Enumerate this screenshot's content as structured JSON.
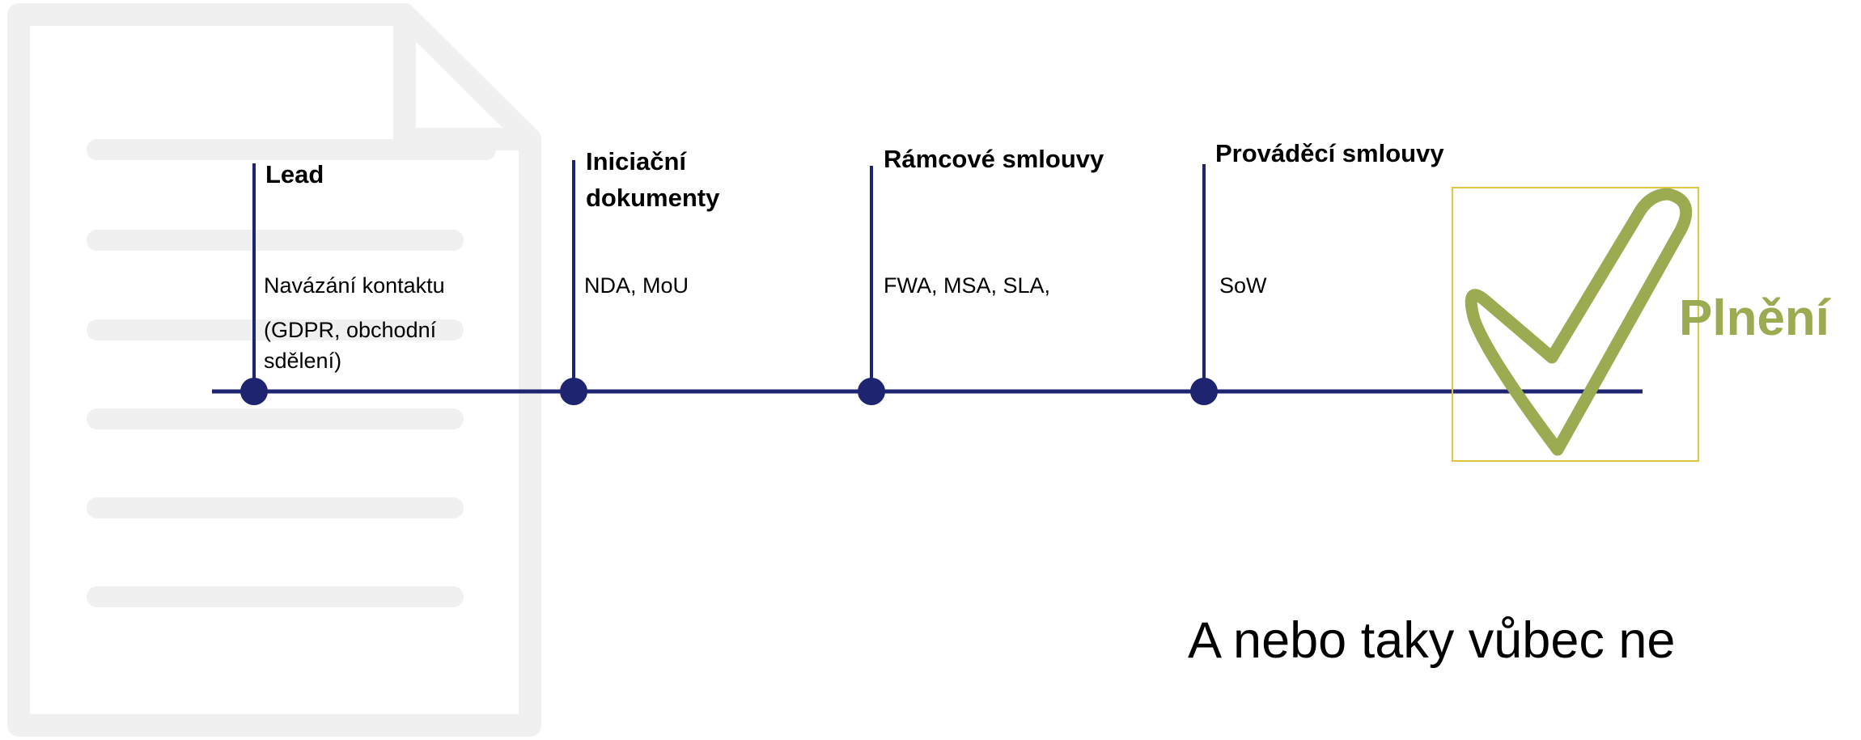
{
  "colors": {
    "timeline": "#1e2470",
    "milestone": "#1e2470",
    "goal": "#9aab52",
    "goal_frame": "#e0c640",
    "document_watermark": "#f0f0f0"
  },
  "icons": {
    "background": "document-icon",
    "goal": "checkmark-icon"
  },
  "stages": [
    {
      "title_lines": [
        "Lead"
      ],
      "desc_lines": [
        "Navázání kontaktu",
        "(GDPR, obchodní",
        "sdělení)"
      ]
    },
    {
      "title_lines": [
        "Iniciační",
        "dokumenty"
      ],
      "desc_lines": [
        "NDA, MoU"
      ]
    },
    {
      "title_lines": [
        "Rámcové smlouvy"
      ],
      "desc_lines": [
        "FWA, MSA, SLA,"
      ]
    },
    {
      "title_lines": [
        "Prováděcí smlouvy"
      ],
      "desc_lines": [
        "SoW"
      ]
    }
  ],
  "goal": {
    "label": "Plnění"
  },
  "caption": "A nebo taky vůbec ne"
}
